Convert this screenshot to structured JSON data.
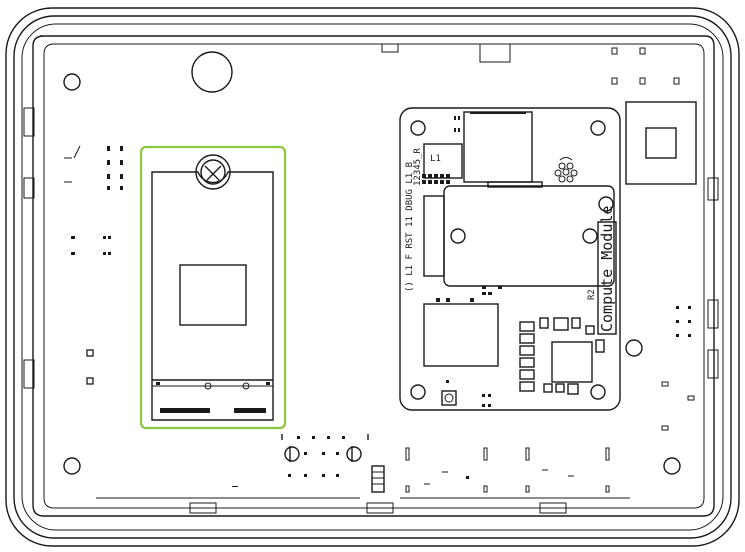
{
  "colors": {
    "line": "#1a1a1a",
    "background": "#ffffff",
    "highlight": "#8dc63f"
  },
  "labels": {
    "compute_module": "Compute Module",
    "rev": "R2",
    "board_id": "12345_R",
    "led_row": "() L1 F  RST 11 DBUG L1 B"
  },
  "icons": {
    "screw": "screw-icon",
    "rpi_logo": "raspberry-logo-icon"
  }
}
